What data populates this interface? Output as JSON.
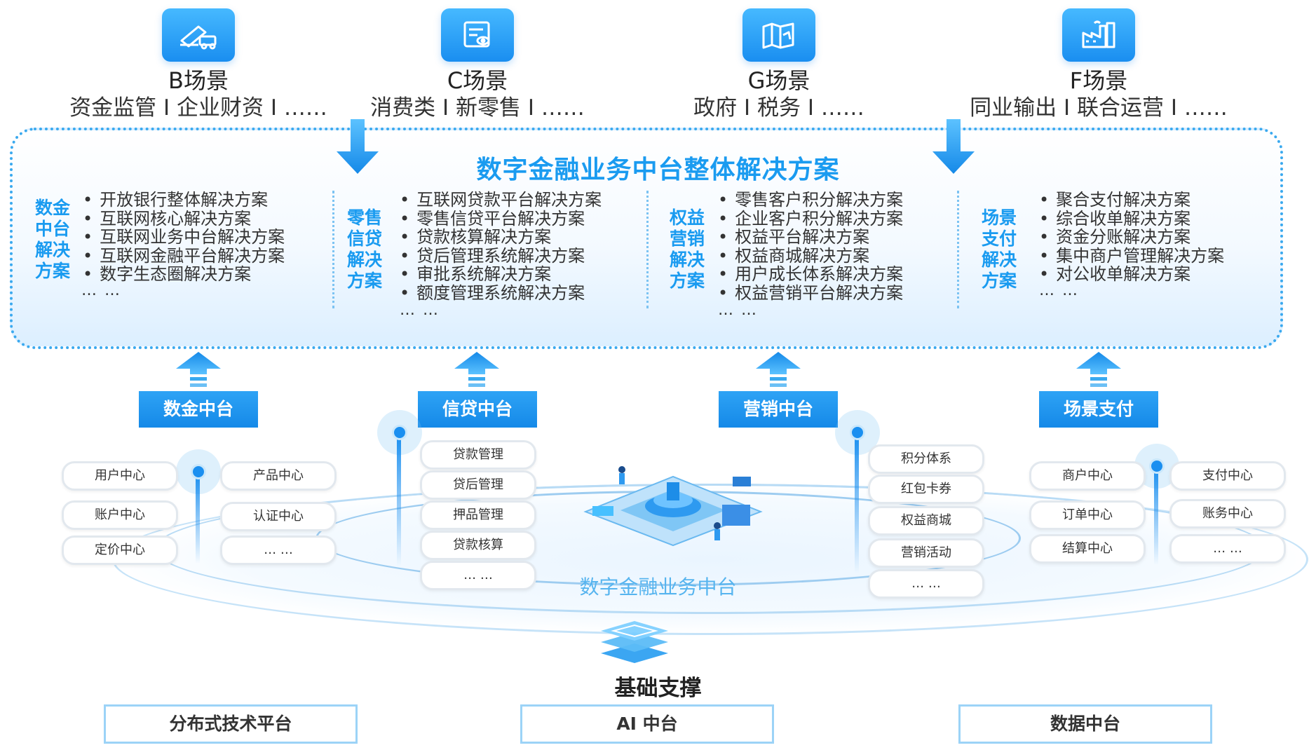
{
  "scenarios": [
    {
      "title": "B场景",
      "subtitle": "资金监管 I 企业财资 I ……",
      "icon": "truck-icon"
    },
    {
      "title": "C场景",
      "subtitle": "消费类 I 新零售 I ……",
      "icon": "document-icon"
    },
    {
      "title": "G场景",
      "subtitle": "政府 I 税务 I ……",
      "icon": "map-icon"
    },
    {
      "title": "F场景",
      "subtitle": "同业输出 I 联合运营 I ……",
      "icon": "factory-icon"
    }
  ],
  "panel": {
    "title": "数字金融业务中台整体解决方案",
    "columns": [
      {
        "heading": "数金\n中台\n解决\n方案",
        "items": [
          "开放银行整体解决方案",
          "互联网核心解决方案",
          "互联网业务中台解决方案",
          "互联网金融平台解决方案",
          "数字生态圈解决方案"
        ],
        "more": "… …"
      },
      {
        "heading": "零售\n信贷\n解决\n方案",
        "items": [
          "互联网贷款平台解决方案",
          "零售信贷平台解决方案",
          "贷款核算解决方案",
          "贷后管理系统解决方案",
          "审批系统解决方案",
          "额度管理系统解决方案"
        ],
        "more": "… …"
      },
      {
        "heading": "权益\n营销\n解决\n方案",
        "items": [
          "零售客户积分解决方案",
          "企业客户积分解决方案",
          "权益平台解决方案",
          "权益商城解决方案",
          "用户成长体系解决方案",
          "权益营销平台解决方案"
        ],
        "more": "… …"
      },
      {
        "heading": "场景\n支付\n解决\n方案",
        "items": [
          "聚合支付解决方案",
          "综合收单解决方案",
          "资金分账解决方案",
          "集中商户管理解决方案",
          "对公收单解决方案"
        ],
        "more": "… …"
      }
    ]
  },
  "platforms": [
    {
      "name": "数金中台",
      "left": [
        "用户中心",
        "账户中心",
        "定价中心"
      ],
      "right": [
        "产品中心",
        "认证中心",
        "… …"
      ]
    },
    {
      "name": "信贷中台",
      "items": [
        "贷款管理",
        "贷后管理",
        "押品管理",
        "贷款核算",
        "… …"
      ]
    },
    {
      "name": "营销中台",
      "items": [
        "积分体系",
        "红包卡券",
        "权益商城",
        "营销活动",
        "… …"
      ]
    },
    {
      "name": "场景支付",
      "left": [
        "商户中心",
        "订单中心",
        "结算中心"
      ],
      "right": [
        "支付中心",
        "账务中心",
        "… …"
      ]
    }
  ],
  "middle_label": "数字金融业务中台",
  "foundation": {
    "title": "基础支撑",
    "items": [
      "分布式技术平台",
      "AI 中台",
      "数据中台"
    ]
  },
  "colors": {
    "accent": "#1a9bf0",
    "header_fill": "#1589e8",
    "panel_border": "#3aa9ef"
  }
}
